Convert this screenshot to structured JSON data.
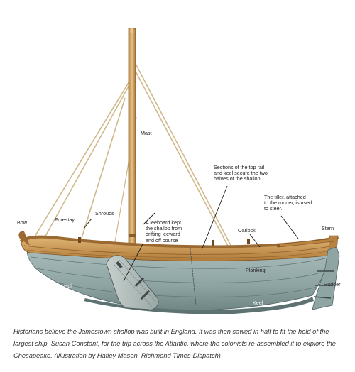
{
  "labels": {
    "mast": "Mast",
    "sections": "Sections of the top rail\nand keel secure the two\nhalves of the shallop.",
    "tiller": "The tiller, attached\nto the rudder, is used\nto steer.",
    "bow": "Bow",
    "forestay": "Forestay",
    "shrouds": "Shrouds",
    "leeboard": "A leeboard kept\nthe shallop from\ndrifting leeward\nand off course",
    "oarlock": "Oarlock",
    "stern": "Stern",
    "planking": "Planking",
    "hull": "Hull",
    "rudder": "Rudder",
    "keel": "Keel"
  },
  "caption": {
    "before_ship": "Historians believe the Jamestown shallop was built in England. It was then sawed in half to fit the hold of the largest ship, ",
    "ship_name": "Susan Constant",
    "after_ship": ", for the trip across the Atlantic, where the colonists re-assembled it to explore the Chesapeake. (Illustration by Hatley Mason, Richmond Times-Dispatch)"
  },
  "colors": {
    "wood": "#c8954e",
    "hull": "#8fa5a4",
    "rope": "#cfb889"
  }
}
